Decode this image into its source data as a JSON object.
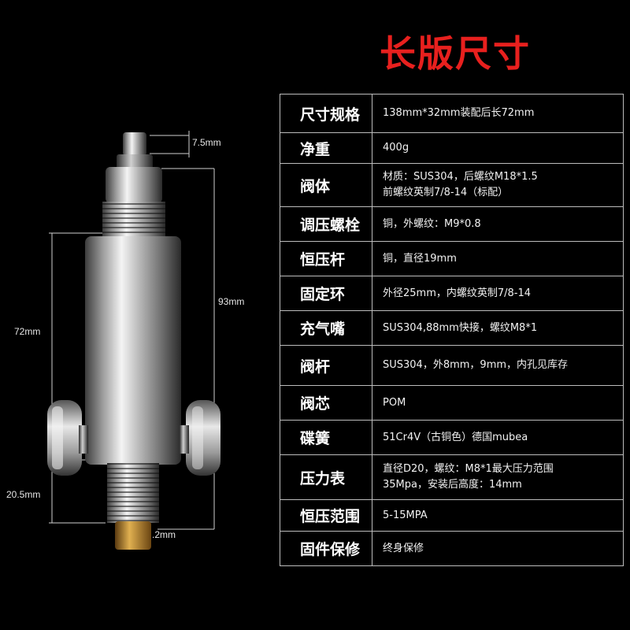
{
  "title": "长版尺寸",
  "dimensions": {
    "top_nozzle": "7.5mm",
    "total_height": "93mm",
    "body_height": "72mm",
    "bottom_thread": "20.5mm",
    "base_nozzle": ".2mm"
  },
  "specs": [
    {
      "key": "尺寸规格",
      "lines": [
        "138mm*32mm装配后长72mm"
      ]
    },
    {
      "key": "净重",
      "lines": [
        "400g"
      ]
    },
    {
      "key": "阀体",
      "lines": [
        "材质：SUS304，后螺纹M18*1.5",
        "前螺纹英制7/8-14（标配）"
      ]
    },
    {
      "key": "调压螺栓",
      "lines": [
        "铜，外螺纹：M9*0.8"
      ]
    },
    {
      "key": "恒压杆",
      "lines": [
        "铜，直径19mm"
      ]
    },
    {
      "key": "固定环",
      "lines": [
        "外径25mm，内螺纹英制7/8-14"
      ]
    },
    {
      "key": "充气嘴",
      "lines": [
        "SUS304,88mm快接，螺纹M8*1"
      ]
    },
    {
      "key": "阀杆",
      "lines": [
        "SUS304，外8mm，9mm，内孔见库存"
      ]
    },
    {
      "key": "阀芯",
      "lines": [
        "POM"
      ]
    },
    {
      "key": "碟簧",
      "lines": [
        "51Cr4V（古铜色）德国mubea"
      ]
    },
    {
      "key": "压力表",
      "lines": [
        "直径D20，螺纹：M8*1最大压力范围",
        "35Mpa，安装后高度：14mm"
      ]
    },
    {
      "key": "恒压范围",
      "lines": [
        "5-15MPA"
      ]
    },
    {
      "key": "固件保修",
      "lines": [
        "终身保修"
      ]
    }
  ]
}
